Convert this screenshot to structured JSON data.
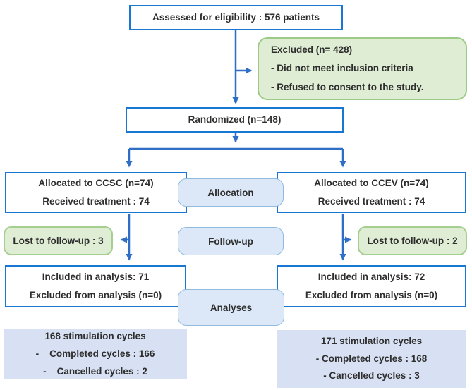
{
  "diagram": {
    "assessed": {
      "text": "Assessed for eligibility : 576 patients"
    },
    "excluded": {
      "title": "Excluded (n= 428)",
      "items": [
        "- Did not meet inclusion criteria",
        "- Refused to consent to the study."
      ]
    },
    "randomized": {
      "text": "Randomized (n=148)"
    },
    "stages": {
      "allocation": "Allocation",
      "followup": "Follow-up",
      "analyses": "Analyses"
    },
    "left": {
      "allocated_line1": "Allocated to CCSC (n=74)",
      "allocated_line2": "Received treatment : 74",
      "lost": "Lost to follow-up : 3",
      "analysis_line1": "Included in analysis: 71",
      "analysis_line2": "Excluded from analysis (n=0)",
      "cycles_title": "168 stimulation cycles",
      "cycles_items": [
        "-    Completed cycles : 166",
        "-    Cancelled cycles : 2"
      ]
    },
    "right": {
      "allocated_line1": "Allocated to CCEV (n=74)",
      "allocated_line2": "Received treatment : 74",
      "lost": "Lost to follow-up : 2",
      "analysis_line1": "Included in analysis: 72",
      "analysis_line2": "Excluded from analysis (n=0)",
      "cycles_title": "171 stimulation cycles",
      "cycles_items": [
        "- Completed cycles : 168",
        "- Cancelled cycles : 3"
      ]
    },
    "colors": {
      "box_border_blue": "#1877d2",
      "arrow_blue": "#2e6ec6",
      "green_fill": "#deedd3",
      "green_border": "#9ccb86",
      "stage_fill": "#dce8f7",
      "stage_border": "#8fbbe2",
      "lavender_fill": "#d8e1f3",
      "text": "#2e2e2e"
    }
  }
}
